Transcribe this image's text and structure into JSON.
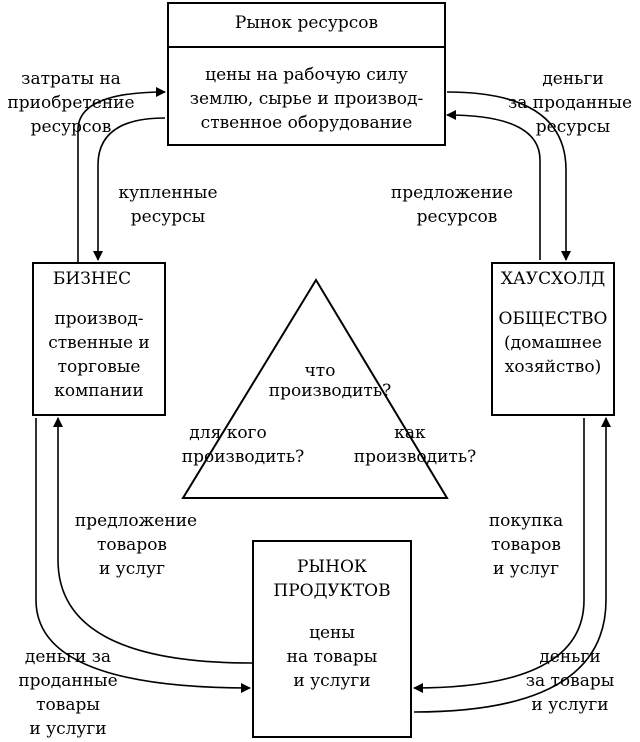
{
  "resource_market": {
    "title": "Рынок ресурсов",
    "lines": [
      "цены на рабочую силу",
      "землю, сырье и производ-",
      "ственное оборудование"
    ]
  },
  "business": {
    "title": "БИЗНЕС",
    "lines": [
      "производ-",
      "ственные и",
      "торговые",
      "компании"
    ]
  },
  "household": {
    "title": "ХАУСХОЛД",
    "lines": [
      "ОБЩЕСТВО",
      "(домашнее",
      "хозяйство)"
    ]
  },
  "product_market": {
    "title_lines": [
      "РЫНОК",
      "ПРОДУКТОВ"
    ],
    "lines": [
      "цены",
      "на товары",
      "и услуги"
    ]
  },
  "triangle": {
    "what": [
      "что",
      "производить?"
    ],
    "for_whom": [
      "для кого",
      "производить?"
    ],
    "how": [
      "как",
      "производить?"
    ]
  },
  "flows": {
    "costs": [
      "затраты на",
      "приобретение",
      "ресурсов"
    ],
    "purchased_resources": [
      "купленные",
      "ресурсы"
    ],
    "money_resources": [
      "деньги",
      "за проданные",
      "ресурсы"
    ],
    "resource_supply": [
      "предложение",
      "ресурсов"
    ],
    "goods_supply": [
      "предложение",
      "товаров",
      "и услуг"
    ],
    "money_goods_left": [
      "деньги за",
      "проданные",
      "товары",
      "и услуги"
    ],
    "goods_purchase": [
      "покупка",
      "товаров",
      "и услуг"
    ],
    "money_goods_right": [
      "деньги",
      "за товары",
      "и услуги"
    ]
  }
}
